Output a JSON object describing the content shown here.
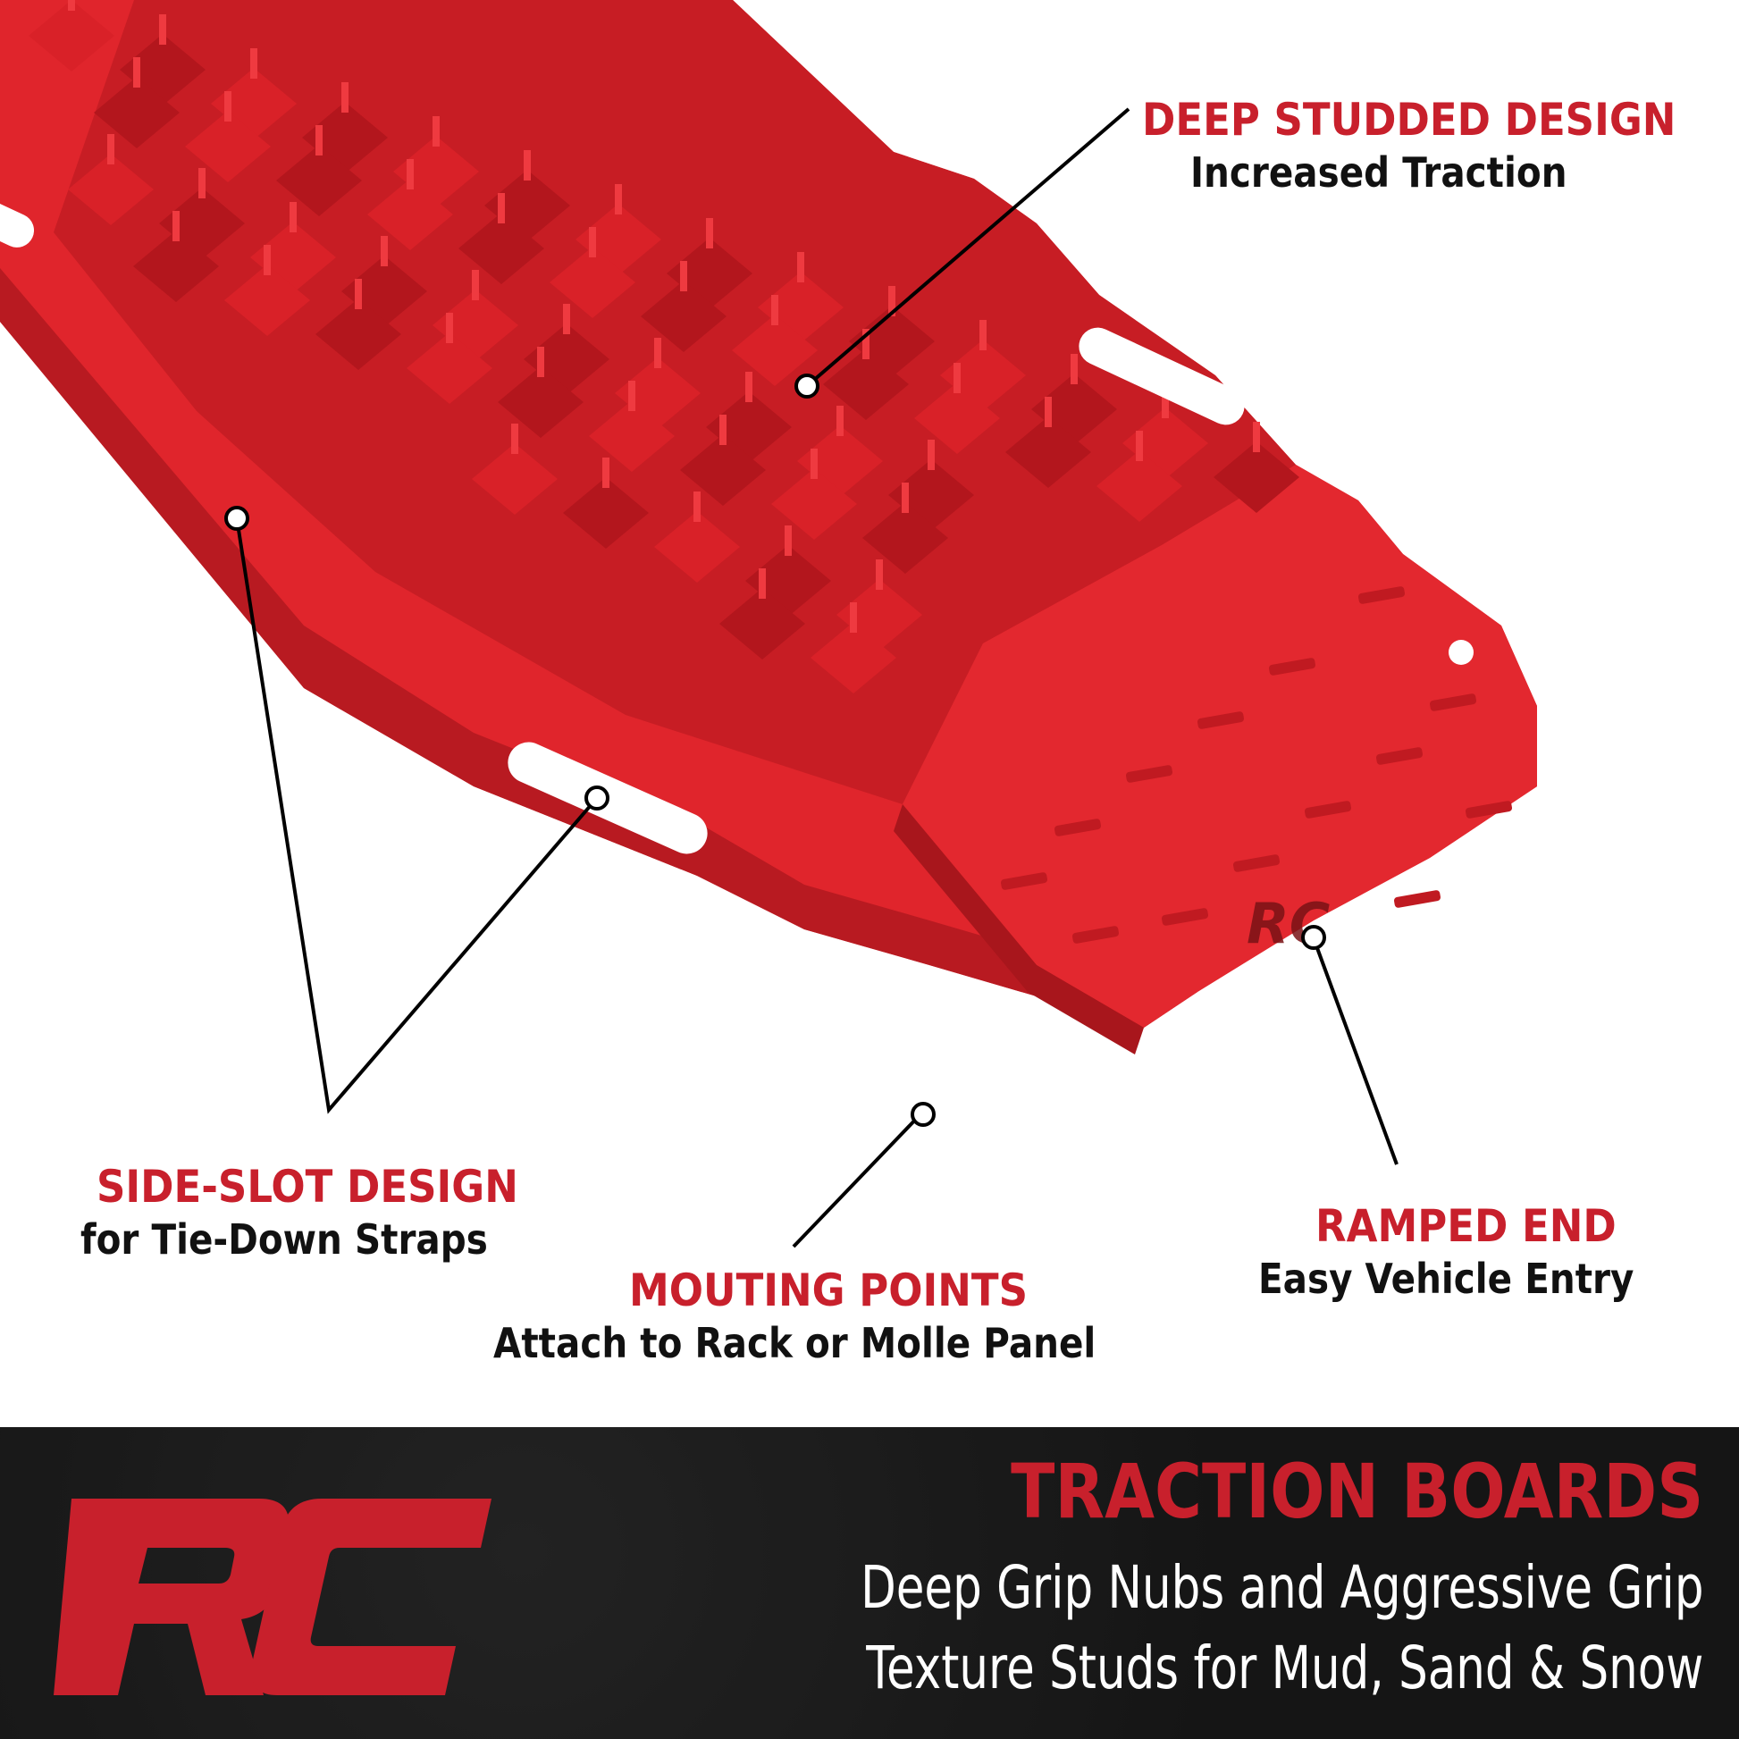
{
  "colors": {
    "accent_red": "#c8202c",
    "board_red": "#e0252c",
    "board_shadow": "#a8161c",
    "banner_bg": "#151515",
    "banner_text": "#ffffff",
    "callout_sub": "#111111"
  },
  "callouts": {
    "deep_studded": {
      "title": "DEEP STUDDED DESIGN",
      "sub": "Increased Traction"
    },
    "side_slot": {
      "title": "SIDE-SLOT DESIGN",
      "sub": "for Tie-Down Straps"
    },
    "mounting": {
      "title": "MOUTING POINTS",
      "sub": "Attach to Rack or Molle Panel"
    },
    "ramped": {
      "title": "RAMPED END",
      "sub": "Easy Vehicle Entry"
    }
  },
  "board": {
    "logo_mark": "RC"
  },
  "banner": {
    "logo": "RC",
    "title": "TRACTION BOARDS",
    "line1": "Deep Grip Nubs and Aggressive Grip",
    "line2": "Texture Studs for Mud, Sand & Snow"
  }
}
